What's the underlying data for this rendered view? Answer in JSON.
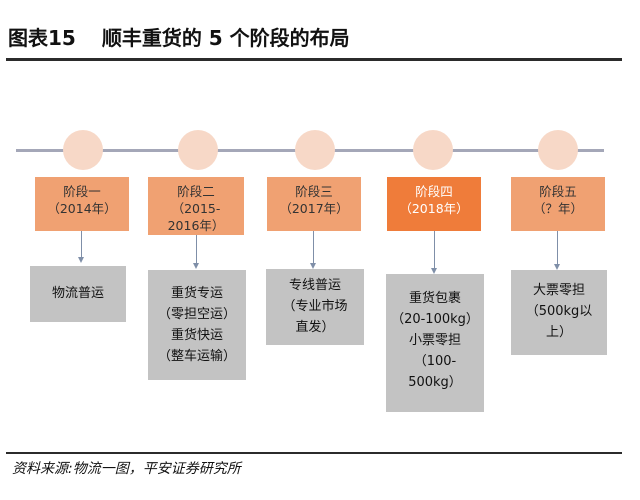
{
  "title": {
    "figure_number": "图表15",
    "text": "顺丰重货的 5 个阶段的布局"
  },
  "stages": [
    {
      "name": "阶段一",
      "year": "（2014年）",
      "details": [
        "物流普运"
      ]
    },
    {
      "name": "阶段二",
      "year": "（2015-2016年）",
      "details": [
        "重货专运",
        "（零担空运）",
        "重货快运",
        "（整车运输）"
      ]
    },
    {
      "name": "阶段三",
      "year": "（2017年）",
      "details": [
        "专线普运",
        "（专业市场",
        "直发）"
      ]
    },
    {
      "name": "阶段四",
      "year": "（2018年）",
      "details": [
        "重货包裹",
        "（20-100kg）",
        "小票零担",
        "（100-",
        "500kg）"
      ]
    },
    {
      "name": "阶段五",
      "year": "（？年）",
      "details": [
        "大票零担",
        "（500kg以",
        "上）"
      ]
    }
  ],
  "colors": {
    "stage_box": "#f0a172",
    "stage_box_highlight": "#ef7c3a",
    "detail_box": "#c3c3c3",
    "timeline": "#a4a7b8",
    "node": "#f7d8c7"
  },
  "source": "资料来源:物流一图，平安证券研究所"
}
